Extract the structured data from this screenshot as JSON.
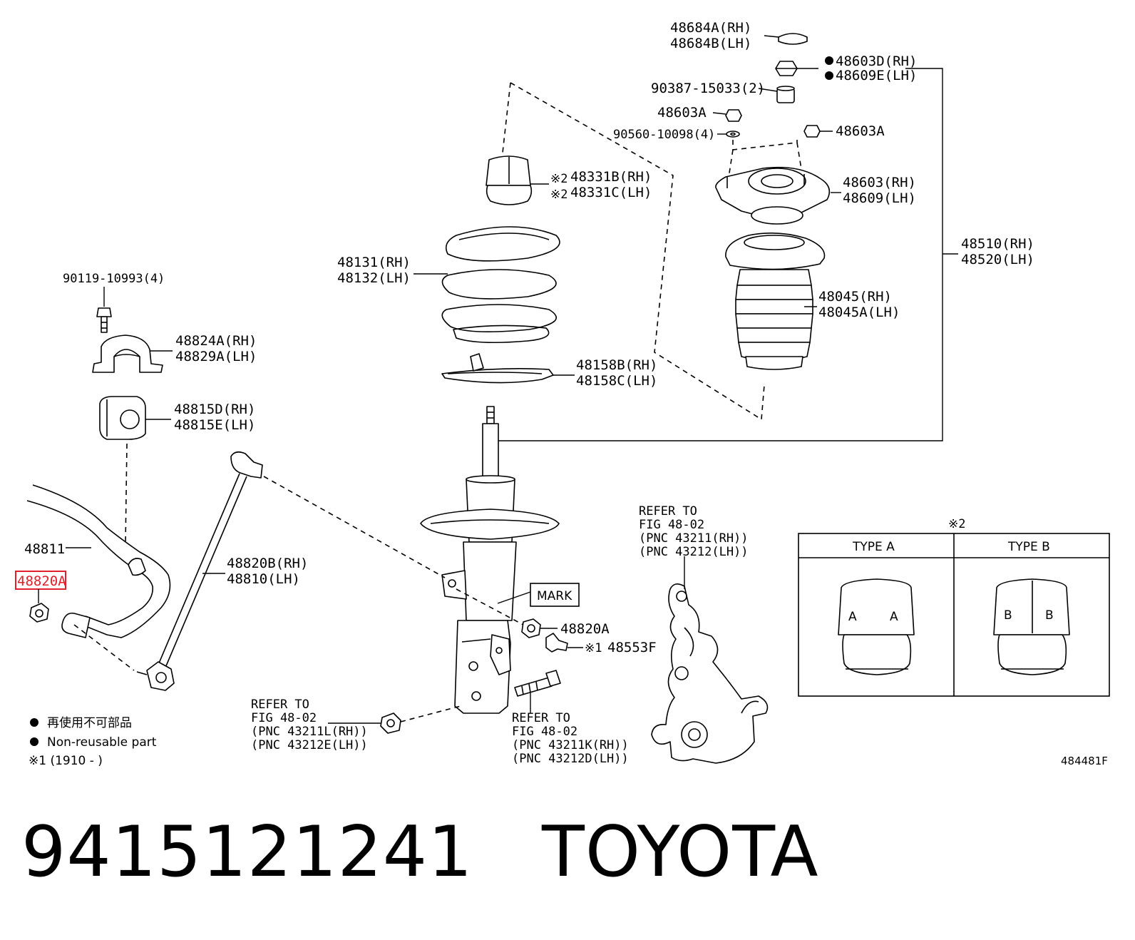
{
  "labels": {
    "cap_rh": "48684A(RH)",
    "cap_lh": "48684B(LH)",
    "nut_top_rh": "48603D(RH)",
    "nut_top_lh": "48609E(LH)",
    "collar": "90387-15033(2)",
    "nut_a_left": "48603A",
    "washer": "90560-10098(4)",
    "nut_a_right": "48603A",
    "bumper_rh": "48331B(RH)",
    "bumper_lh": "48331C(LH)",
    "mark_2": "※2",
    "mount_rh": "48603(RH)",
    "mount_lh": "48609(LH)",
    "spring_rh": "48131(RH)",
    "spring_lh": "48132(LH)",
    "assy_rh": "48510(RH)",
    "assy_lh": "48520(LH)",
    "bolt": "90119-10993(4)",
    "bracket_rh": "48824A(RH)",
    "bracket_lh": "48829A(LH)",
    "boot_rh": "48045(RH)",
    "boot_lh": "48045A(LH)",
    "insulator_rh": "48158B(RH)",
    "insulator_lh": "48158C(LH)",
    "bushing_rh": "48815D(RH)",
    "bushing_lh": "48815E(LH)",
    "stabilizer_bar": "48811",
    "highlighted": "48820A",
    "link_rh": "48820B(RH)",
    "link_lh": "48810(LH)",
    "mark_box": "MARK",
    "nut_link": "48820A",
    "mark_1": "※1",
    "bolt_cam": "48553F"
  },
  "refer_knuckle": [
    "REFER TO",
    "FIG 48-02",
    "(PNC 43211(RH))",
    "(PNC 43212(LH))"
  ],
  "refer_lower_left": [
    "REFER TO",
    "FIG 48-02",
    "(PNC 43211L(RH))",
    "(PNC 43212E(LH))"
  ],
  "refer_lower_mid": [
    "REFER TO",
    "FIG 48-02",
    "(PNC 43211K(RH))",
    "(PNC 43212D(LH))"
  ],
  "type_table": {
    "note": "※2",
    "headers": [
      "TYPE A",
      "TYPE B"
    ],
    "marks_a": [
      "A",
      "A"
    ],
    "marks_b": [
      "B",
      "B"
    ]
  },
  "legend": {
    "jp": "再使用不可部品",
    "en": "Non-reusable part",
    "note": "※1 (1910 -      )"
  },
  "diagram_id": "484481F",
  "footer": {
    "part_number": "9415121241",
    "brand": "TOYOTA"
  },
  "colors": {
    "highlight": "#e0202a",
    "ink": "#000000"
  }
}
